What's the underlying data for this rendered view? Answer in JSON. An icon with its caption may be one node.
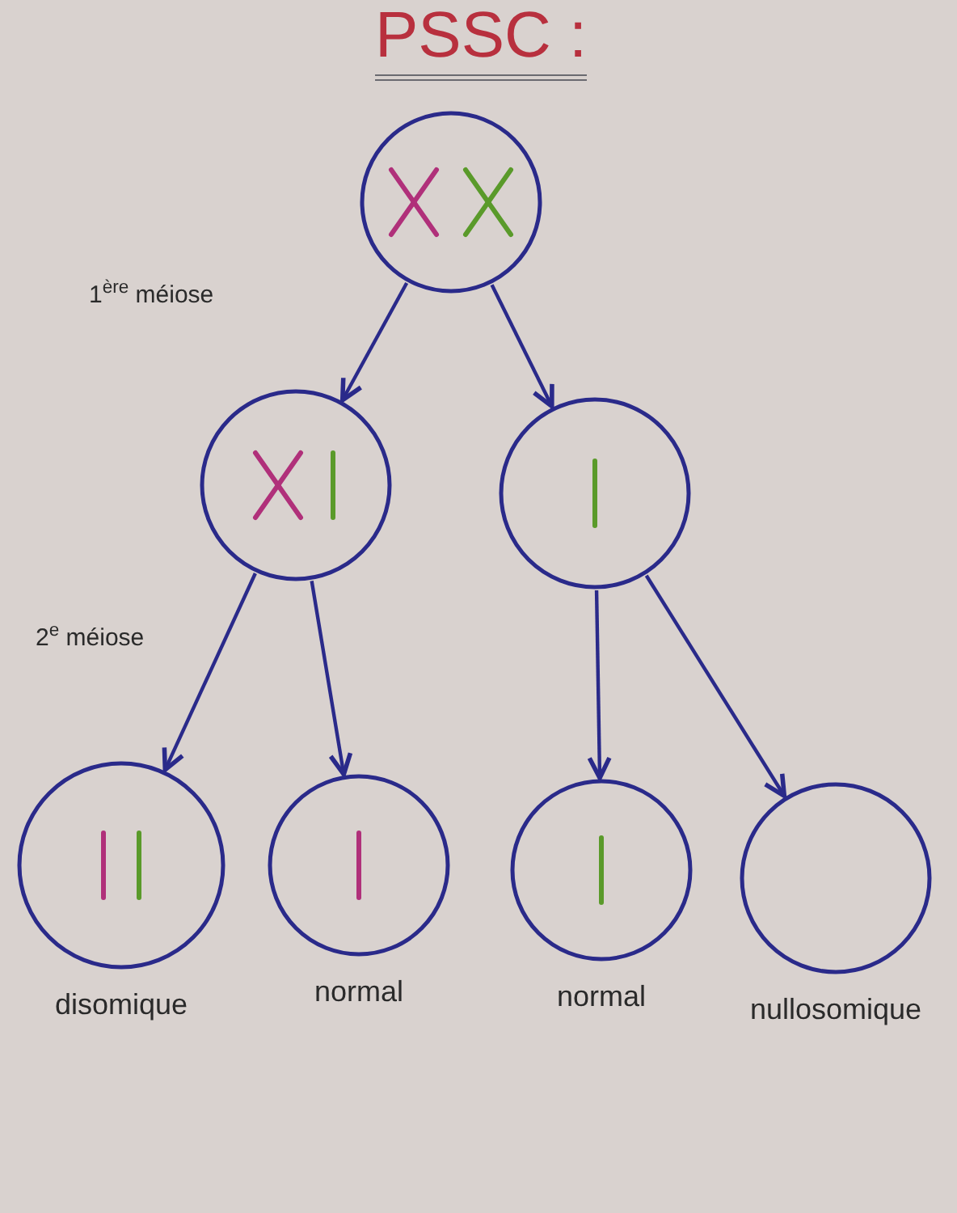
{
  "diagram": {
    "title": "PSSC :",
    "nodes": [
      {
        "text": [],
        "shape": "circle"
      },
      {
        "text": [],
        "shape": "circle"
      },
      {
        "text": [],
        "shape": "circle"
      },
      {
        "text": [],
        "shape": "circle",
        "beside": [
          "disomique"
        ]
      },
      {
        "text": [],
        "shape": "circle",
        "beside": [
          "normal"
        ]
      },
      {
        "text": [],
        "shape": "circle",
        "beside": [
          "normal"
        ]
      },
      {
        "text": [],
        "shape": "circle",
        "beside": [
          "nullosomique"
        ]
      }
    ],
    "edges": [
      {
        "from": 0,
        "to": 1,
        "arrow": "to"
      },
      {
        "from": 0,
        "to": 2,
        "arrow": "to"
      },
      {
        "from": 1,
        "to": 3,
        "arrow": "to"
      },
      {
        "from": 1,
        "to": 4,
        "arrow": "to"
      },
      {
        "from": 2,
        "to": 5,
        "arrow": "to"
      },
      {
        "from": 2,
        "to": 6,
        "arrow": "to"
      }
    ],
    "labels": [
      "1$^{ère}$ méiose",
      "2$^{e}$ méiose"
    ]
  }
}
